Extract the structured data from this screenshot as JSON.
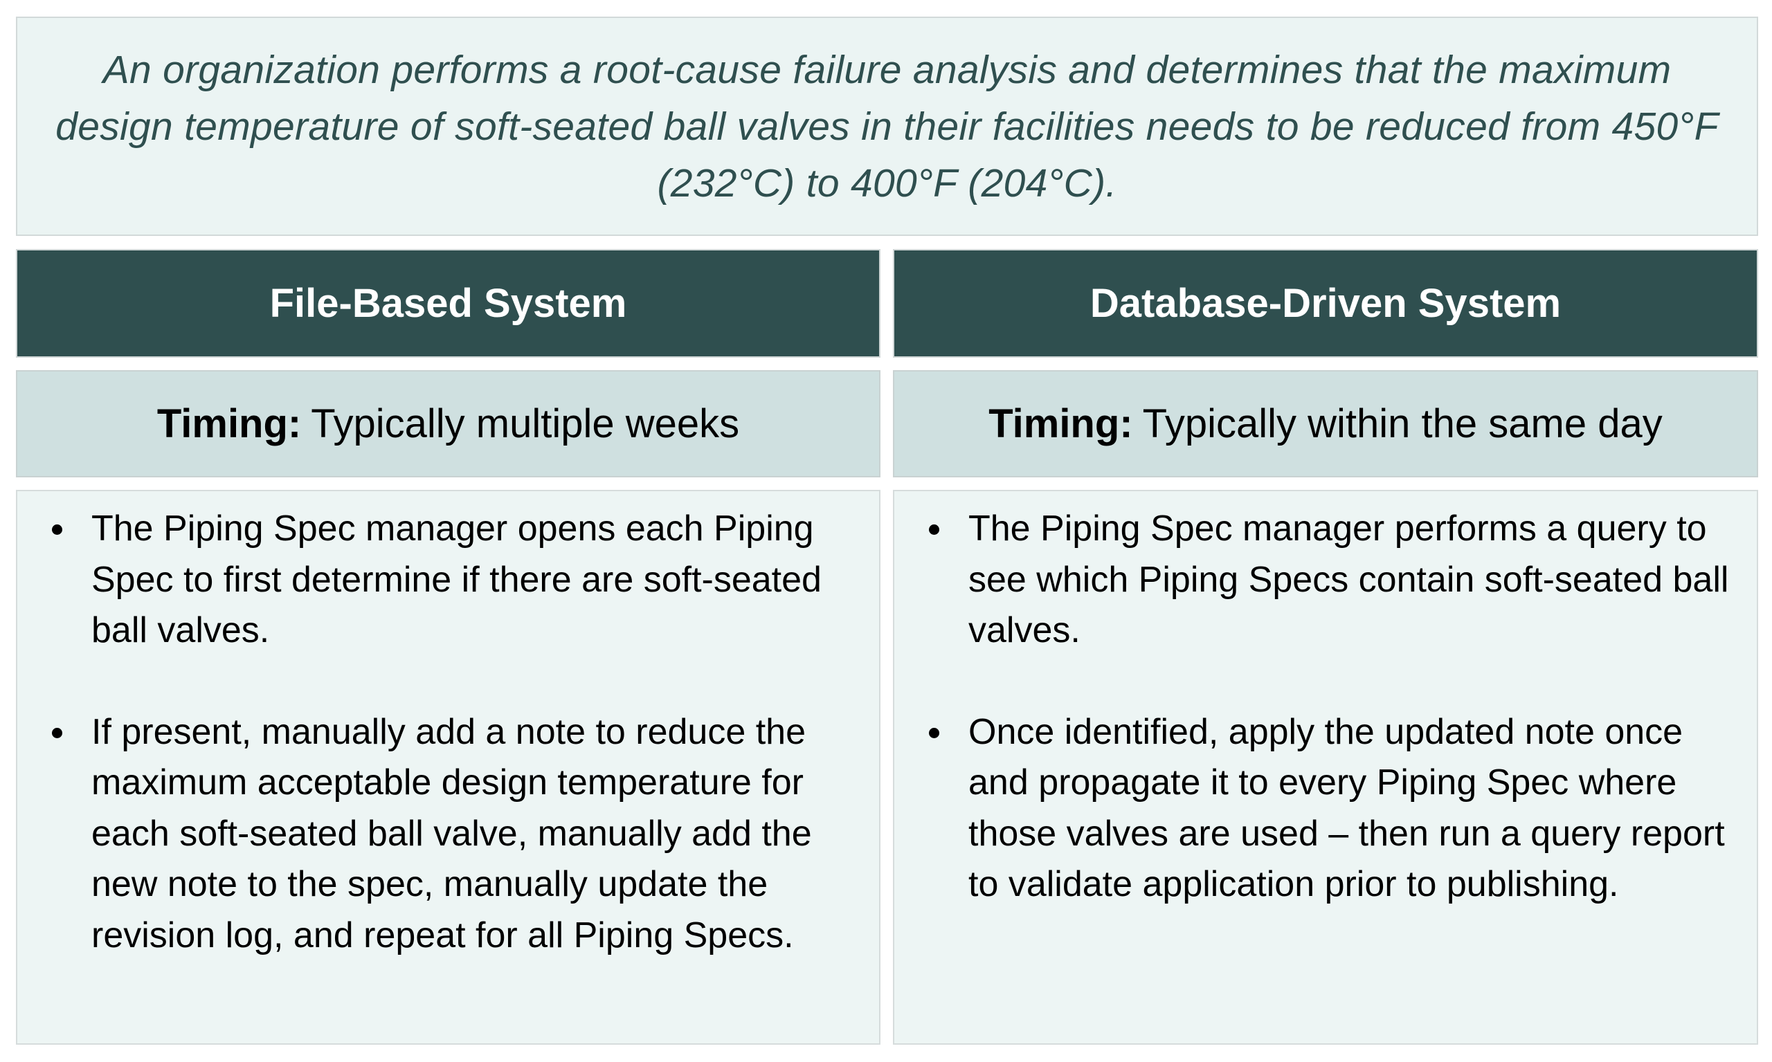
{
  "intro": {
    "text": "An organization performs a root-cause failure analysis and determines that the maximum design temperature of soft-seated ball valves in their facilities needs to be reduced from 450°F (232°C) to 400°F (204°C)."
  },
  "columns": [
    {
      "title": "File-Based System",
      "timing_label": "Timing:",
      "timing_value": "Typically multiple weeks",
      "bullets": [
        "The Piping Spec manager opens each Piping Spec to first determine if there are soft-seated ball valves.",
        "If present, manually add a note to reduce the maximum acceptable design temperature for each soft-seated ball valve, manually add the new note to the spec, manually update the revision log, and repeat for all Piping Specs."
      ]
    },
    {
      "title": "Database-Driven System",
      "timing_label": "Timing:",
      "timing_value": "Typically within the same day",
      "bullets": [
        "The Piping Spec manager performs a query to see which Piping Specs contain soft-seated ball valves.",
        "Once identified, apply the updated note once and propagate it to every Piping Spec where those valves are used – then run a query report to validate application prior to publishing."
      ]
    }
  ],
  "colors": {
    "intro_bg": "#ebf4f3",
    "intro_text": "#2f4f4f",
    "header_bg": "#2f4f4f",
    "header_text": "#ffffff",
    "timing_bg": "#cfe0e0",
    "body_bg": "#edf5f4"
  }
}
